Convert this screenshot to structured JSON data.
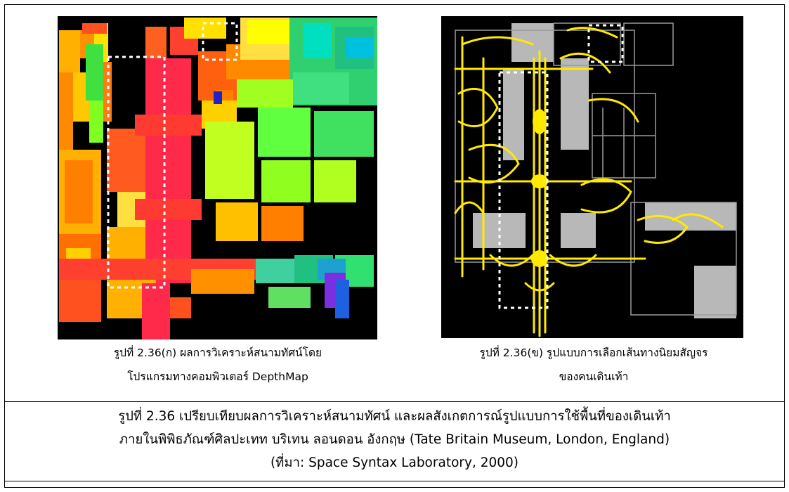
{
  "figures": {
    "left": {
      "caption_line1": "รูปที่ 2.36(ก) ผลการวิเคราะห์สนามทัศน์โดย",
      "caption_line2": "โปรแกรมทางคอมพิวเตอร์ DepthMap"
    },
    "right": {
      "caption_line1": "รูปที่ 2.36(ข) รูปแบบการเลือกเส้นทางนิยมสัญจร",
      "caption_line2": "ของคนเดินเท้า"
    }
  },
  "main_caption": {
    "line1": "รูปที่ 2.36 เปรียบเทียบผลการวิเคราะห์สนามทัศน์ และผลสังเกตการณ์รูปแบบการใช้พื้นที่ของเดินเท้า",
    "line2": "ภายในพิพิธภัณฑ์ศิลปะเทท บริเทน ลอนดอน อังกฤษ (Tate Britain Museum, London, England)",
    "line3": "(ที่มา: Space Syntax Laboratory, 2000)"
  },
  "colors": {
    "background": "#000000",
    "visibility_high": "#ff2a4a",
    "visibility_mid": "#ffd000",
    "visibility_low": "#00c080",
    "min_visibility": "#1e22c8",
    "pedestrian_trace": "#ffea00",
    "wall_grey": "#b8b8b8"
  }
}
